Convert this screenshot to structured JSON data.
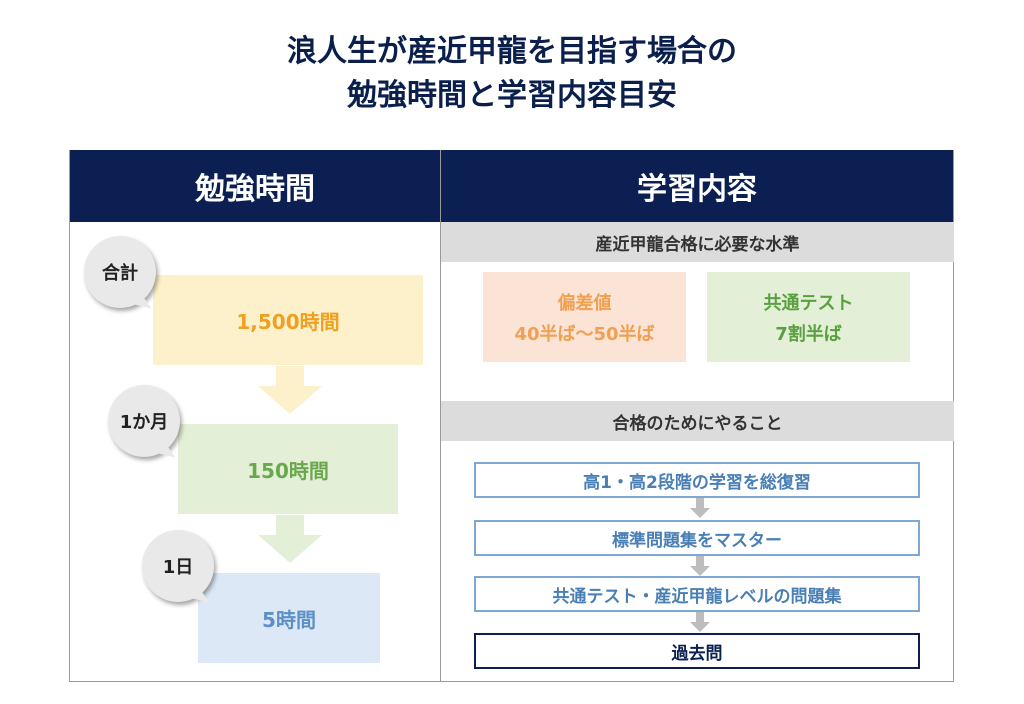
{
  "title": {
    "line1": "浪人生が産近甲龍を目指す場合の",
    "line2": "勉強時間と学習内容目安"
  },
  "left": {
    "header": "勉強時間",
    "items": [
      {
        "badge": "合計",
        "value": "1,500時間",
        "fill": "#fdf1cc",
        "text_color": "#f0a020"
      },
      {
        "badge": "1か月",
        "value": "150時間",
        "fill": "#e3efd6",
        "text_color": "#6aa84f"
      },
      {
        "badge": "1日",
        "value": "5時間",
        "fill": "#dce8f5",
        "text_color": "#5b8fc7"
      }
    ]
  },
  "right": {
    "header": "学習内容",
    "section1": "産近甲龍合格に必要な水準",
    "hensachi": {
      "label": "偏差値",
      "value": "40半ば〜50半ば"
    },
    "kyotsu": {
      "label": "共通テスト",
      "value": "7割半ば"
    },
    "section2": "合格のためにやること",
    "steps": [
      "高1・高2段階の学習を総復習",
      "標準問題集をマスター",
      "共通テスト・産近甲龍レベルの問題集",
      "過去問"
    ]
  },
  "colors": {
    "navy": "#0b1f52",
    "orange": "#f0a020",
    "green": "#6aa84f",
    "blue": "#5b8fc7"
  }
}
